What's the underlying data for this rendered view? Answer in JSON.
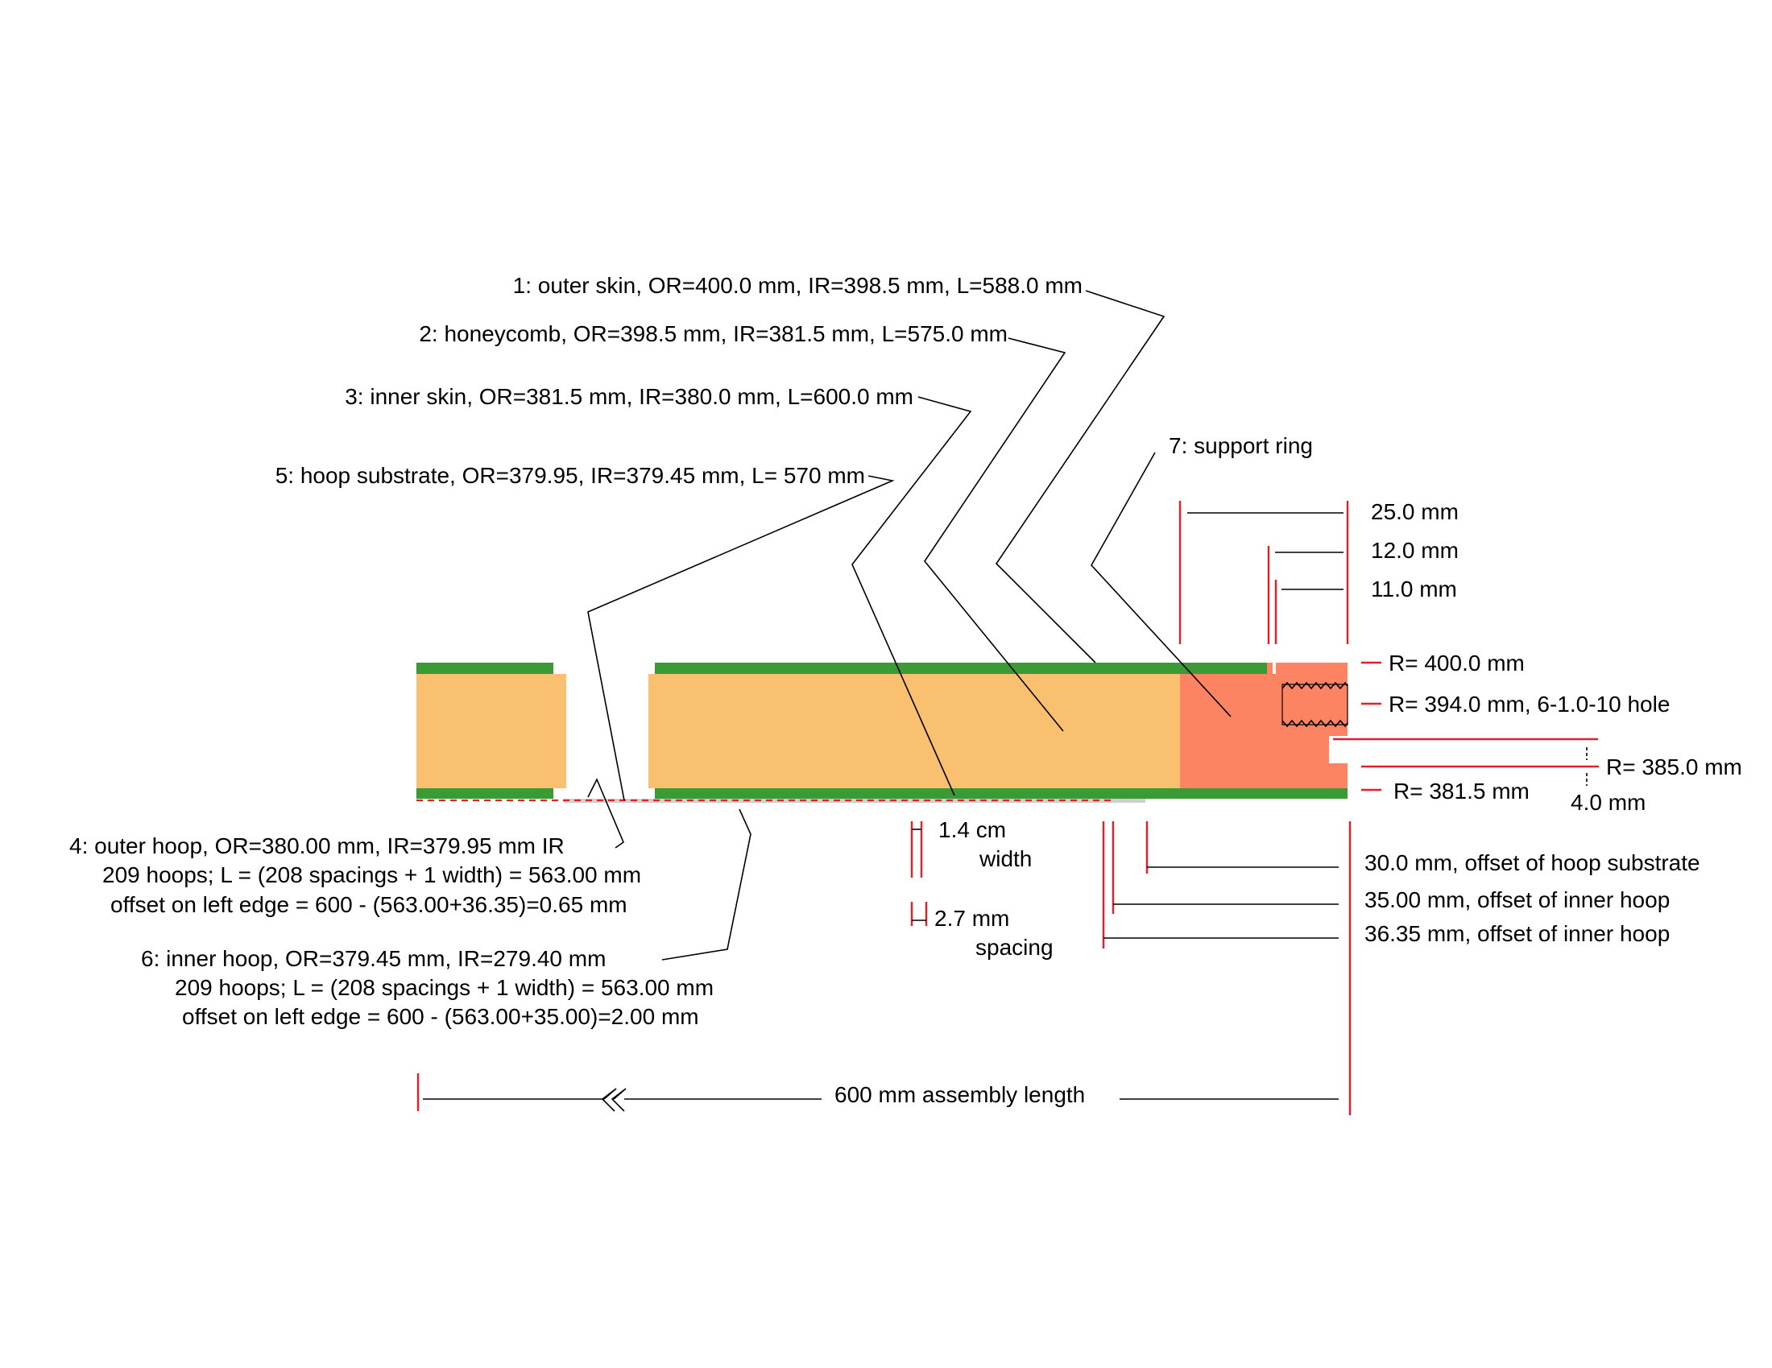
{
  "colors": {
    "skin": "#3a9a34",
    "honeycomb": "#f9c06f",
    "support_ring": "#fc8462",
    "dimension_marker": "#e41f26",
    "hoop_dashes": "#e41f26",
    "line": "#000000"
  },
  "labels": {
    "outer_skin": "1: outer skin, OR=400.0 mm, IR=398.5 mm, L=588.0 mm",
    "honeycomb": "2: honeycomb, OR=398.5 mm, IR=381.5 mm, L=575.0 mm",
    "inner_skin": "3: inner skin, OR=381.5 mm, IR=380.0 mm, L=600.0 mm",
    "hoop_substrate": "5: hoop substrate, OR=379.95, IR=379.45 mm, L= 570 mm",
    "support_ring": "7: support ring",
    "outer_hoop": {
      "line1": "4: outer hoop, OR=380.00 mm, IR=379.95 mm IR",
      "line2": "209 hoops; L = (208 spacings + 1 width) = 563.00 mm",
      "line3": "offset on left edge = 600 - (563.00+36.35)=0.65 mm"
    },
    "inner_hoop": {
      "line1": "6: inner hoop, OR=379.45 mm, IR=279.40 mm",
      "line2": "209 hoops; L = (208 spacings + 1 width) = 563.00 mm",
      "line3": "offset on left edge = 600 - (563.00+35.00)=2.00 mm"
    }
  },
  "dimensions": {
    "top_25": "25.0 mm",
    "top_12": "12.0 mm",
    "top_11": "11.0 mm",
    "r_400": "R= 400.0 mm",
    "r_394": "R= 394.0 mm, 6-1.0-10 hole",
    "r_385": "R= 385.0 mm",
    "r_3815": "R= 381.5 mm",
    "groove_4": "4.0 mm",
    "width_value": "1.4 cm",
    "width_word": "width",
    "spacing_value": "2.7 mm",
    "spacing_word": "spacing",
    "offset_30": "30.0 mm, offset of hoop substrate",
    "offset_35": "35.00 mm, offset of inner hoop",
    "offset_3635": "36.35 mm, offset of inner hoop",
    "assembly_length": "600 mm assembly length"
  }
}
